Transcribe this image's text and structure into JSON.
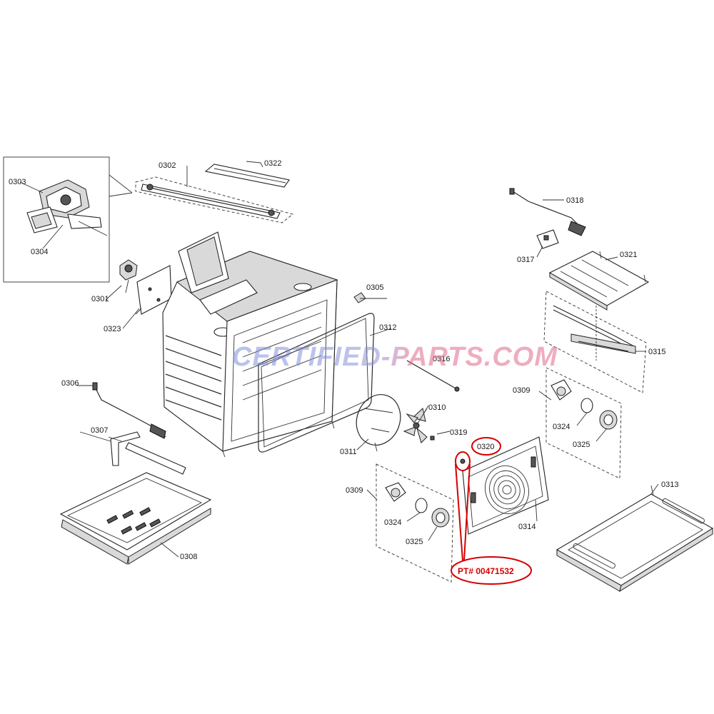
{
  "diagram": {
    "callouts": {
      "c0302": "0302",
      "c0322": "0322",
      "c0303": "0303",
      "c0304": "0304",
      "c0301": "0301",
      "c0323": "0323",
      "c0305": "0305",
      "c0312": "0312",
      "c0316": "0316",
      "c0306": "0306",
      "c0307": "0307",
      "c0308": "0308",
      "c0311": "0311",
      "c0310": "0310",
      "c0319": "0319",
      "c0320": "0320",
      "c0318": "0318",
      "c0317": "0317",
      "c0321": "0321",
      "c0315": "0315",
      "c0309_right": "0309",
      "c0324_right": "0324",
      "c0325_right": "0325",
      "c0309_left": "0309",
      "c0324_left": "0324",
      "c0325_left": "0325",
      "c0314": "0314",
      "c0313": "0313"
    },
    "part_number_label": "PT# 00471532",
    "watermark": "CERTIFIED-PARTS.COM",
    "colors": {
      "highlight": "#d40000",
      "watermark_a": "#7b8fe0",
      "watermark_b": "#e06a8a"
    }
  }
}
